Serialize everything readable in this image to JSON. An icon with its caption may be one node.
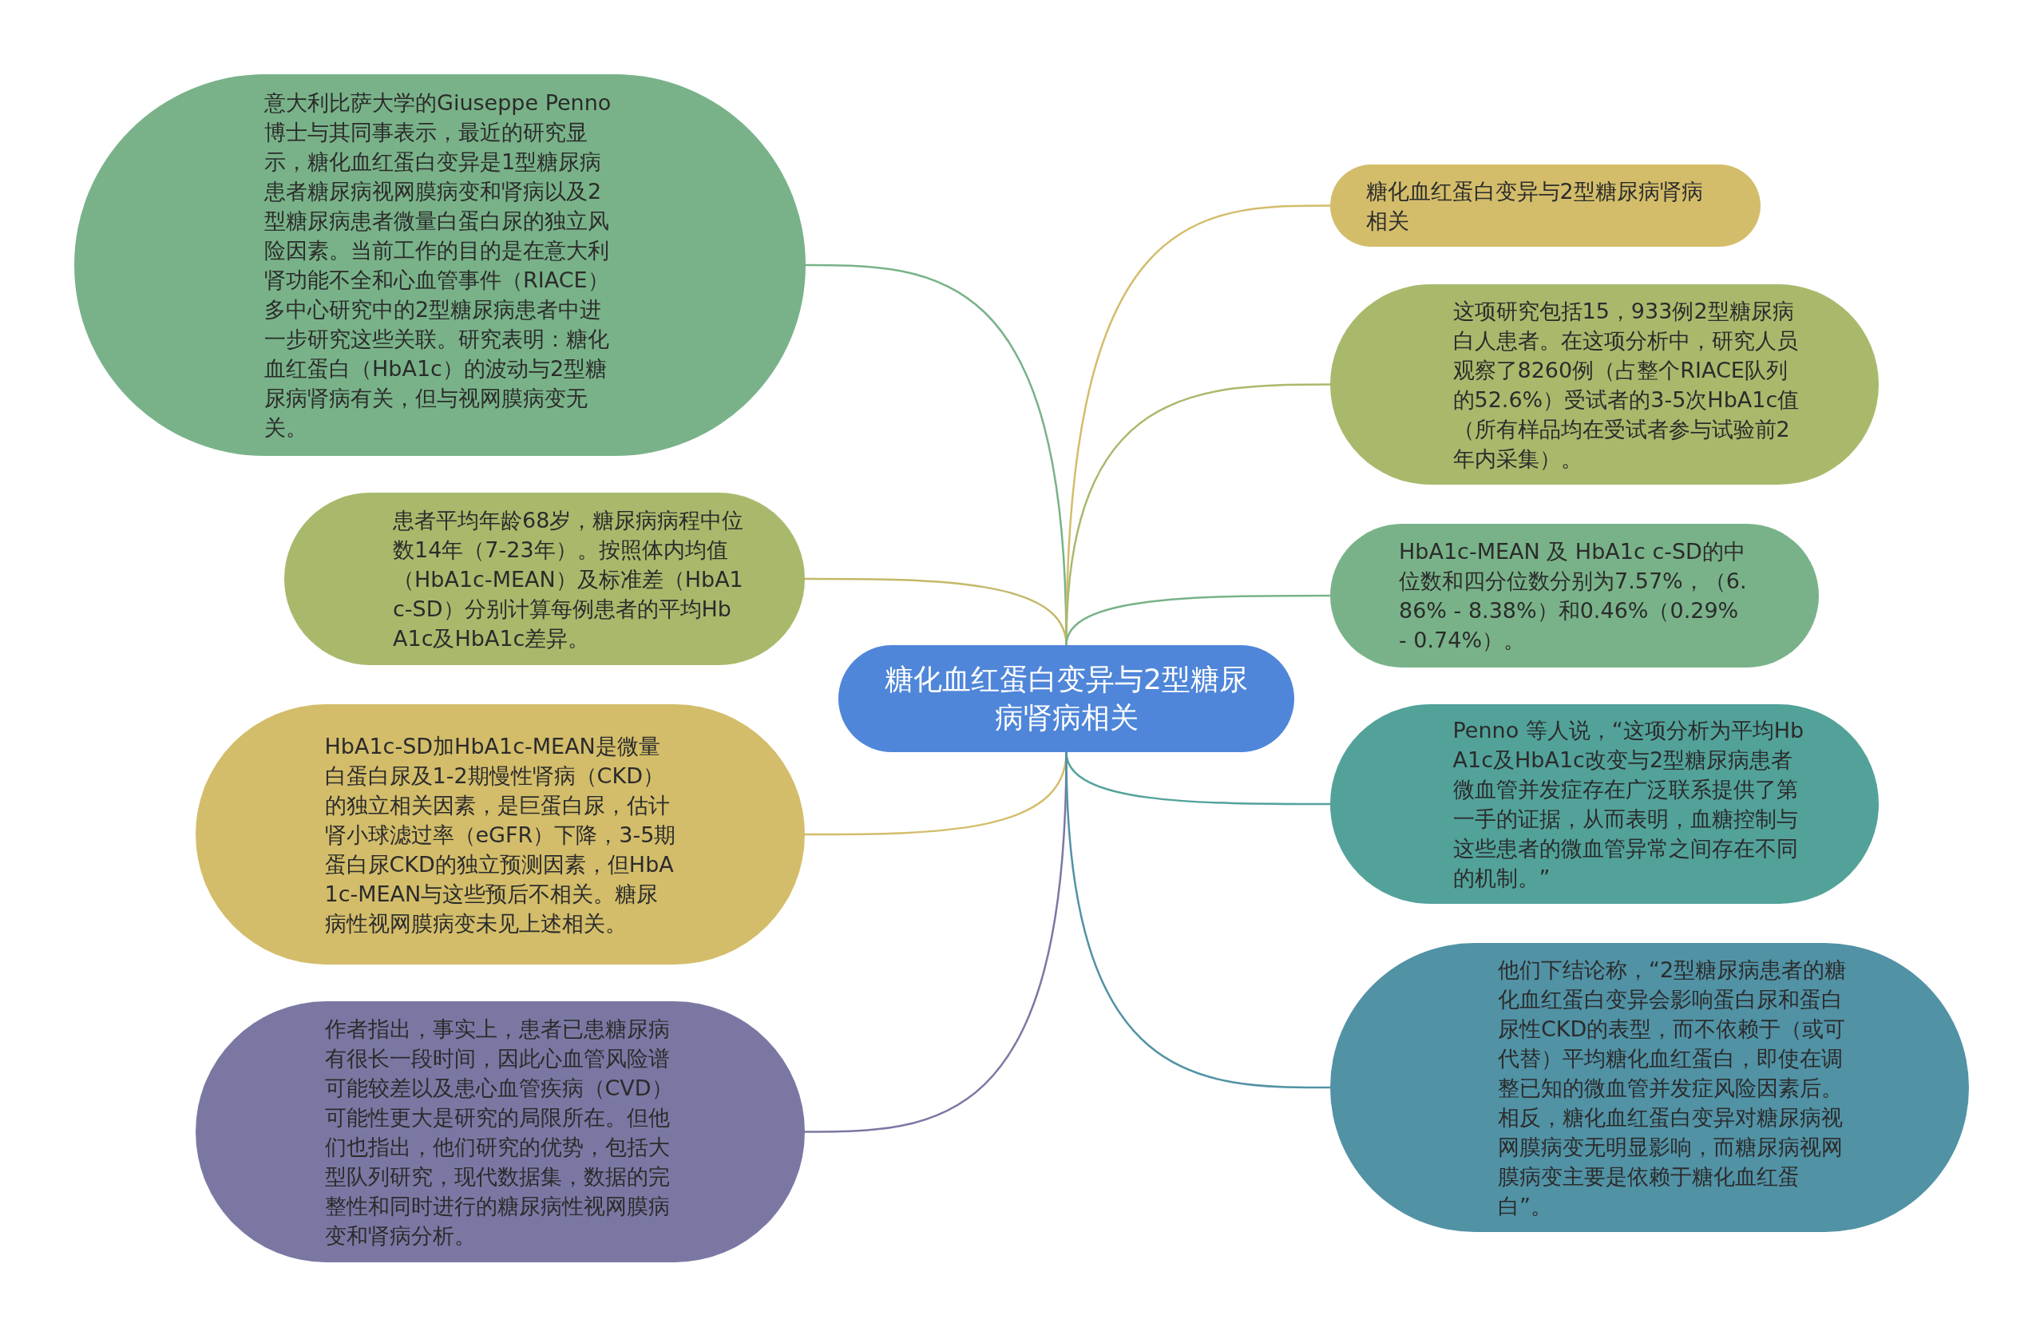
{
  "diagram": {
    "nodes": [
      {
        "text": [
          "糖化血红蛋白变异与2型糖尿病肾病相关"
        ]
      },
      {
        "text": [
          "意大利比萨大学的Giuseppe Penno博士与其同事表示，最近的研究显示，糖化血红蛋白变异是1型糖尿病患者糖尿病视网膜病变和肾病以及2型糖尿病患者微量白蛋白尿的独立风险因素。当前工作的目的是在意大利肾功能不全和心血管事件（RIACE）多中心研究中的2型糖尿病患者中进一步研究这些关联。研究表明：糖化血红蛋白（HbA1c）的波动与2型糖尿病肾病有关，但与视网膜病变无关。"
        ]
      },
      {
        "text": [
          "患者平均年龄68岁，糖尿病病程中位数14年（7-23年）。按照体内均值（HbA1c-MEAN）及标准差（HbA1c-SD）分别计算每例患者的平均HbA1c及HbA1c差异。"
        ]
      },
      {
        "text": [
          "HbA1c-SD加HbA1c-MEAN是微量白蛋白尿及1-2期慢性肾病（CKD）的独立相关因素，是巨蛋白尿，估计肾小球滤过率（eGFR）下降，3-5期蛋白尿CKD的独立预测因素，但HbA1c-MEAN与这些预后不相关。糖尿病性视网膜病变未见上述相关。"
        ]
      },
      {
        "text": [
          "作者指出，事实上，患者已患糖尿病有很长一段时间，因此心血管风险谱可能较差以及患心血管疾病（CVD）可能性更大是研究的局限所在。但他们也指出，他们研究的优势，包括大型队列研究，现代数据集，数据的完整性和同时进行的糖尿病性视网膜病变和肾病分析。"
        ]
      },
      {
        "text": [
          "糖化血红蛋白变异与2型糖尿病肾病相关"
        ]
      },
      {
        "text": [
          "这项研究包括15，933例2型糖尿病白人患者。在这项分析中，研究人员观察了8260例（占整个RIACE队列的52.6%）受试者的3-5次HbA1c值（所有样品均在受试者参与试验前2年内采集）。"
        ]
      },
      {
        "text": [
          "HbA1c-MEAN 及 HbA1c c-SD的中位数和四分位数分别为7.57%，（6.86% - 8.38%）和0.46%（0.29% - 0.74%）。"
        ]
      },
      {
        "text": [
          "Penno 等人说，“这项分析为平均HbA1c及HbA1c改变与2型糖尿病患者微血管并发症存在广泛联系提供了第一手的证据，从而表明，血糖控制与这些患者的微血管异常之间存在不同的机制。”"
        ]
      },
      {
        "text": [
          "他们下结论称，“2型糖尿病患者的糖化血红蛋白变异会影响蛋白尿和蛋白尿性CKD的表型，而不依赖于（或可代替）平均糖化血红蛋白，即使在调整已知的微血管并发症风险因素后。相反，糖化血红蛋白变异对糖尿病视网膜病变无明显影响，而糖尿病视网膜病变主要是依赖于糖化血红蛋白”。"
        ]
      }
    ],
    "edges": [
      {
        "from": 0,
        "to": 1,
        "arrow": "none",
        "color": "#79b289"
      },
      {
        "from": 0,
        "to": 2,
        "arrow": "none",
        "color": "#c4b86a"
      },
      {
        "from": 0,
        "to": 3,
        "arrow": "none",
        "color": "#d3bd6a"
      },
      {
        "from": 0,
        "to": 4,
        "arrow": "none",
        "color": "#7a78a3"
      },
      {
        "from": 0,
        "to": 5,
        "arrow": "none",
        "color": "#d3bd6a"
      },
      {
        "from": 0,
        "to": 6,
        "arrow": "none",
        "color": "#a9b96c"
      },
      {
        "from": 0,
        "to": 7,
        "arrow": "none",
        "color": "#79b289"
      },
      {
        "from": 0,
        "to": 8,
        "arrow": "none",
        "color": "#52a29a"
      },
      {
        "from": 0,
        "to": 9,
        "arrow": "none",
        "color": "#5192a5"
      }
    ]
  }
}
